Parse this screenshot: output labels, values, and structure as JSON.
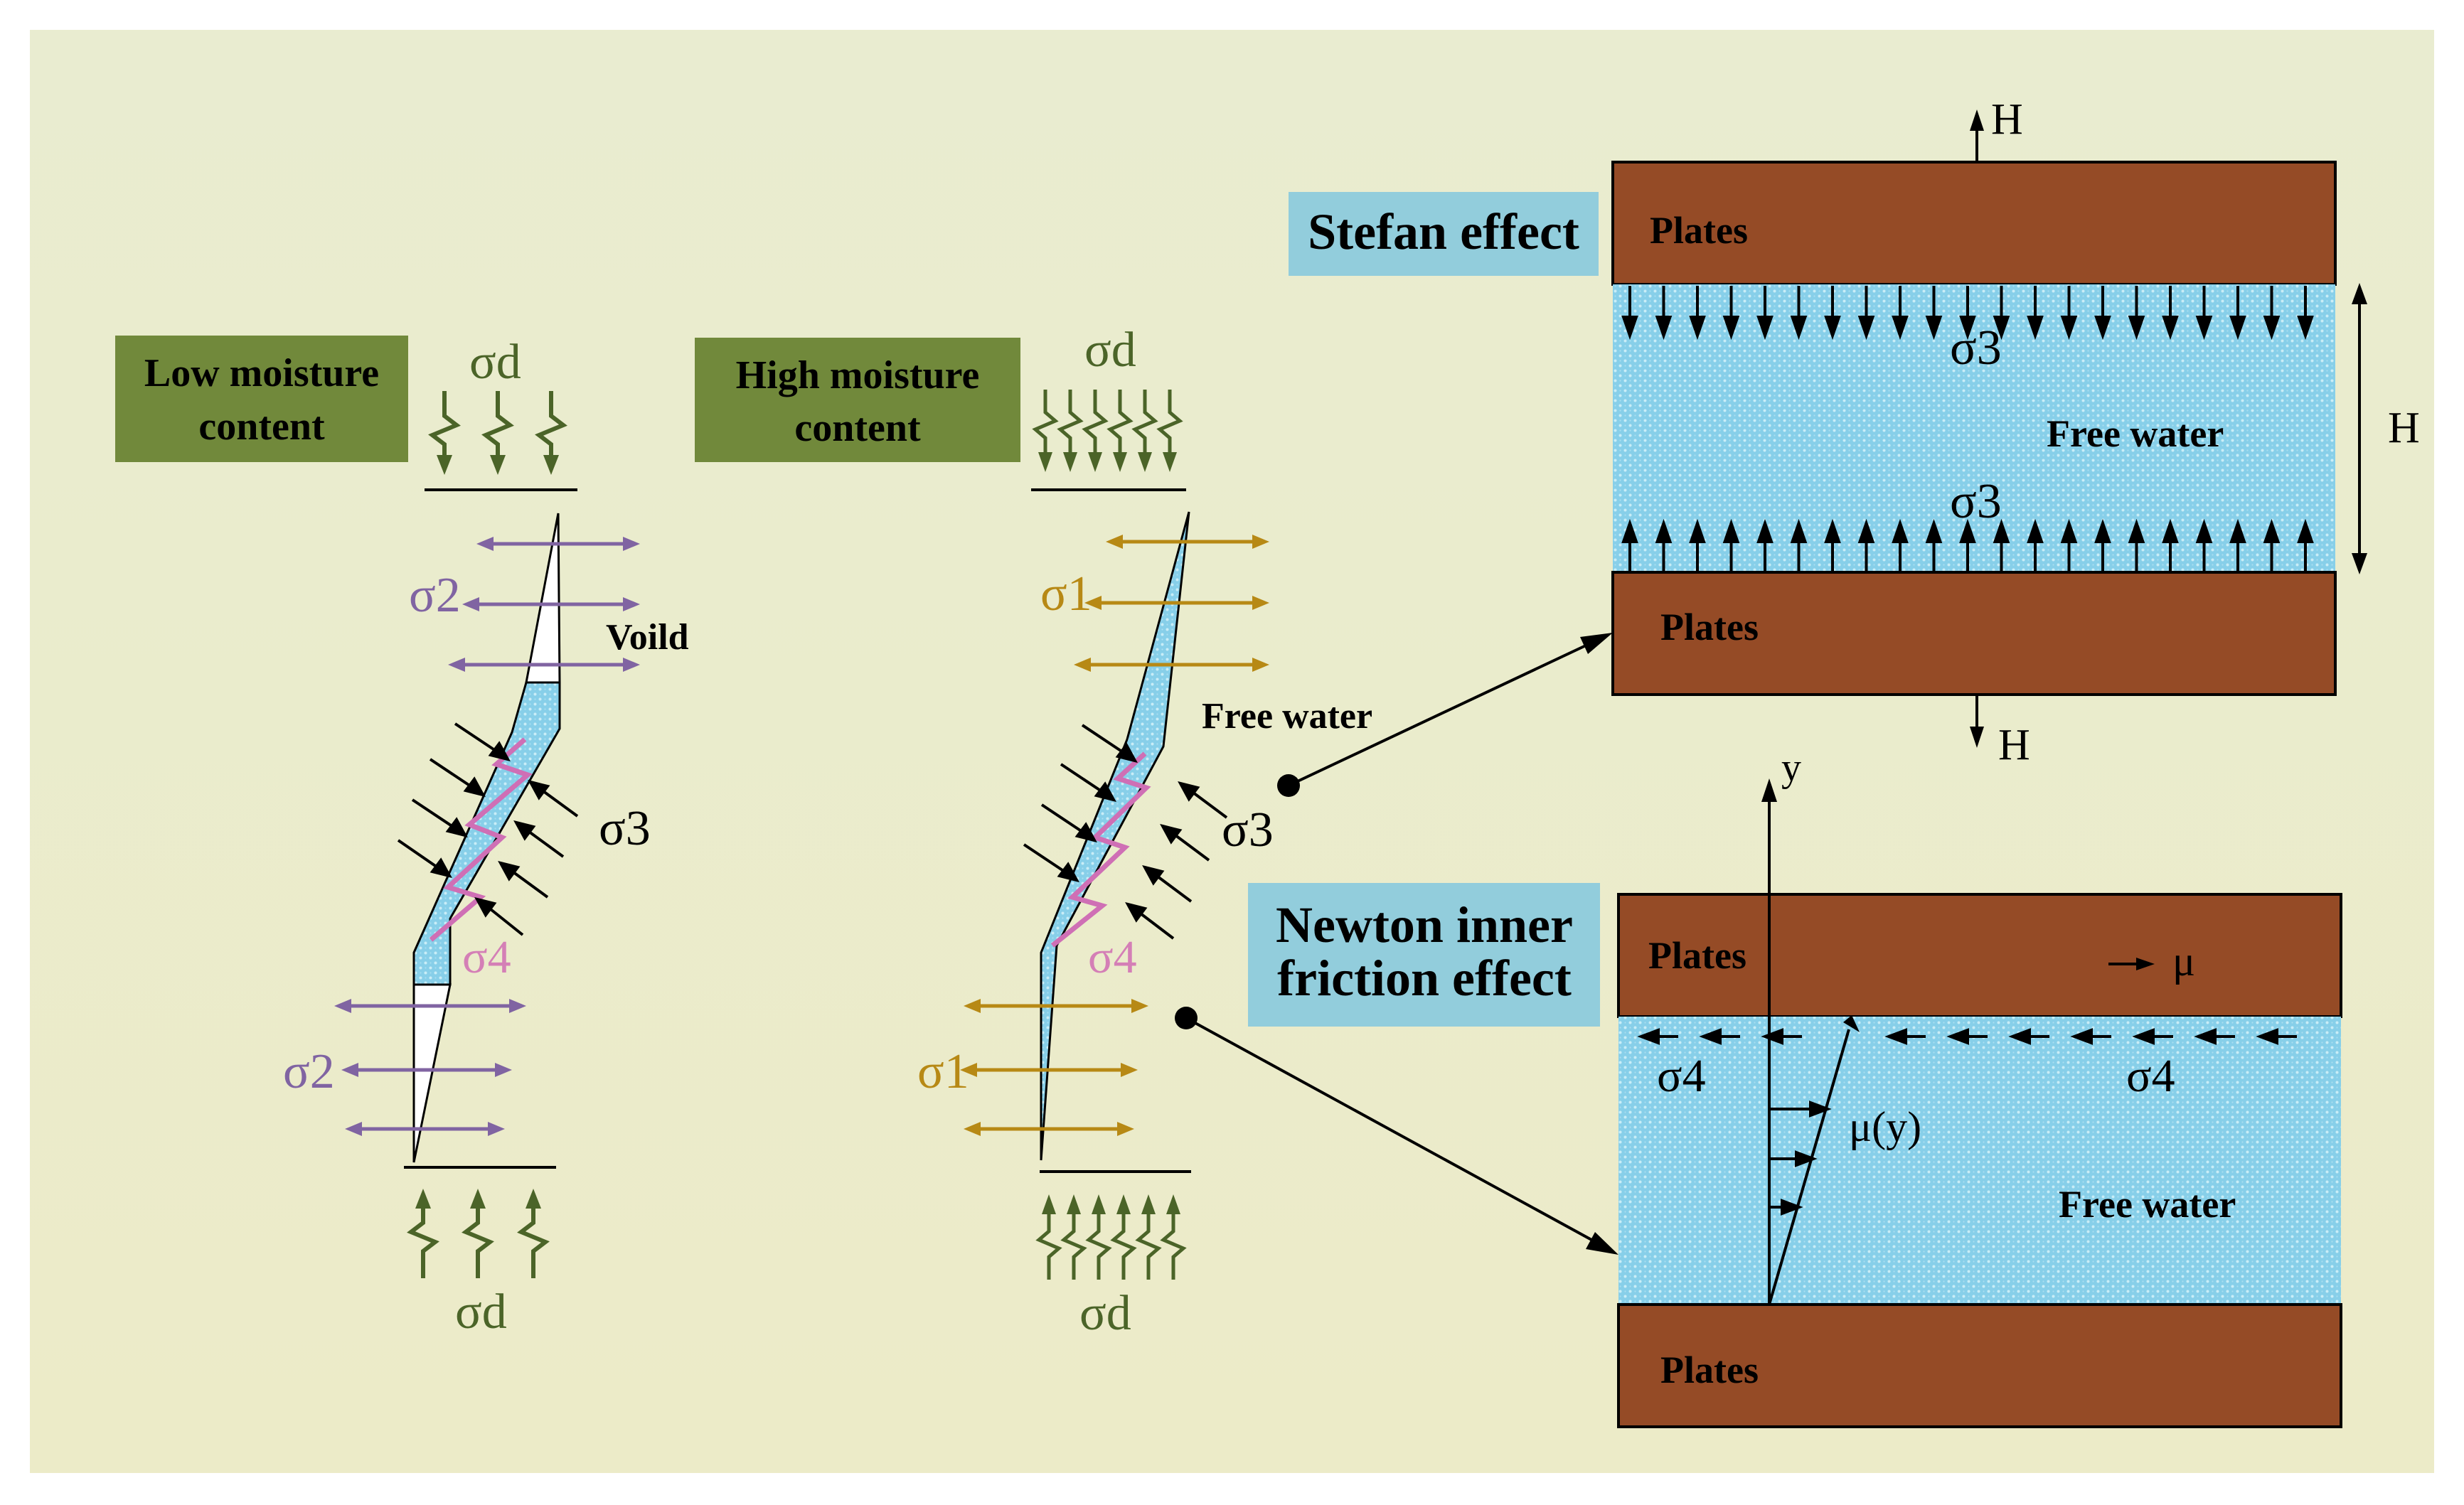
{
  "colors": {
    "background_top": "#e9ecd0",
    "background_bottom": "#ecebc8",
    "label_green": "#71893b",
    "label_blue": "#92cddc",
    "plate_brown": "#954b26",
    "water_blue": "#87cfe9",
    "water_dot": "#c9edf7",
    "arrow_dark_green": "#4b6428",
    "arrow_purple": "#8064a2",
    "arrow_gold": "#b78915",
    "sigma4_pink": "#d47fb6",
    "crack_pink": "#cf6fb5",
    "black": "#000000",
    "white": "#ffffff"
  },
  "left_panel": {
    "label_line1": "Low moisture",
    "label_line2": "content",
    "sigma_d_top": "σd",
    "sigma_d_bottom": "σd",
    "sigma2_upper": "σ2",
    "sigma2_lower": "σ2",
    "sigma3": "σ3",
    "sigma4": "σ4",
    "void_label": "Voild"
  },
  "middle_panel": {
    "label_line1": "High moisture",
    "label_line2": "content",
    "sigma_d_top": "σd",
    "sigma_d_bottom": "σd",
    "sigma1_upper": "σ1",
    "sigma1_lower": "σ1",
    "sigma3": "σ3",
    "sigma4": "σ4",
    "free_water_label": "Free water"
  },
  "stefan_panel": {
    "title": "Stefan effect",
    "top_plate": "Plates",
    "bottom_plate": "Plates",
    "sigma3_top": "σ3",
    "sigma3_bottom": "σ3",
    "free_water": "Free water",
    "h_top": "H",
    "h_bottom": "H",
    "h_side": "H"
  },
  "newton_panel": {
    "title_line1": "Newton inner",
    "title_line2": "friction effect",
    "top_plate": "Plates",
    "bottom_plate": "Plates",
    "mu": "μ",
    "mu_y": "μ(y)",
    "y_axis": "y",
    "sigma4_left": "σ4",
    "sigma4_right": "σ4",
    "free_water": "Free water"
  }
}
